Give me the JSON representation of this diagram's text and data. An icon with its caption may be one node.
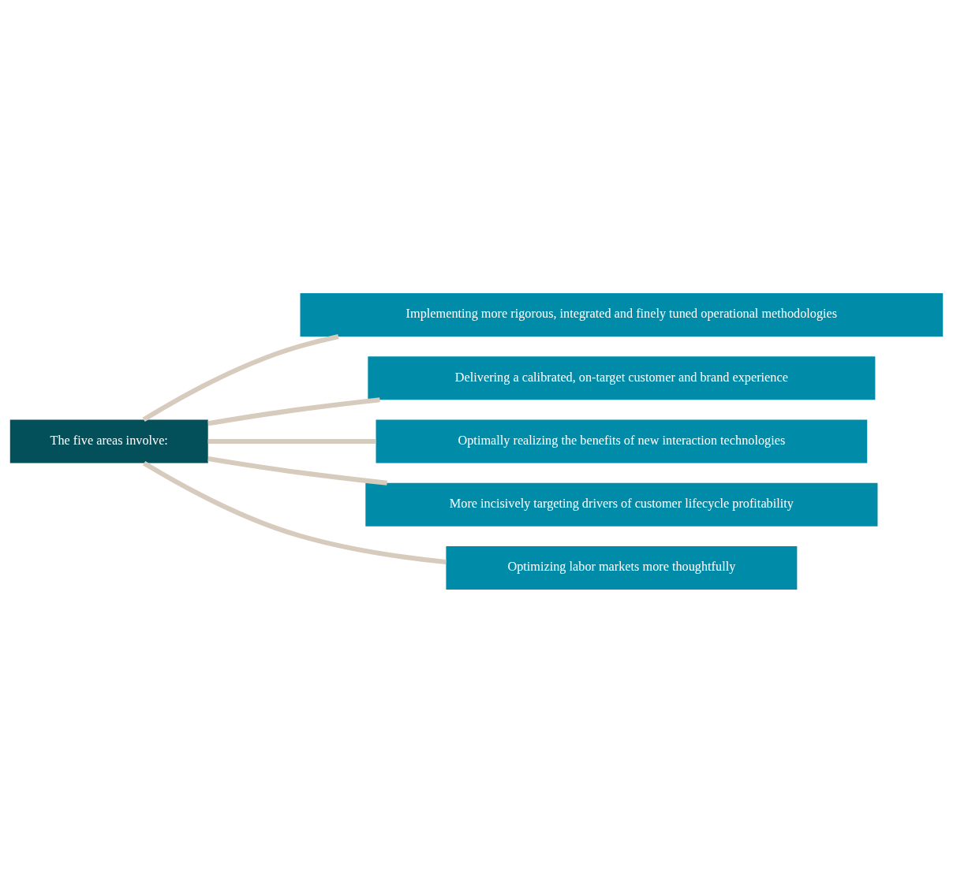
{
  "diagram": {
    "nodes": [
      {
        "text": [
          "The five areas involve:"
        ]
      },
      {
        "text": [
          "Implementing more rigorous, integrated and finely tuned operational methodologies"
        ]
      },
      {
        "text": [
          "Delivering a calibrated, on-target customer and brand experience"
        ]
      },
      {
        "text": [
          "Optimally realizing the benefits of new interaction technologies"
        ]
      },
      {
        "text": [
          "More incisively targeting drivers of customer lifecycle profitability"
        ]
      },
      {
        "text": [
          "Optimizing labor markets more thoughtfully"
        ]
      }
    ],
    "edges": [
      {
        "from": 0,
        "to": 1,
        "arrow": "none"
      },
      {
        "from": 0,
        "to": 2,
        "arrow": "none"
      },
      {
        "from": 0,
        "to": 3,
        "arrow": "none"
      },
      {
        "from": 0,
        "to": 4,
        "arrow": "none"
      },
      {
        "from": 0,
        "to": 5,
        "arrow": "none"
      }
    ]
  }
}
